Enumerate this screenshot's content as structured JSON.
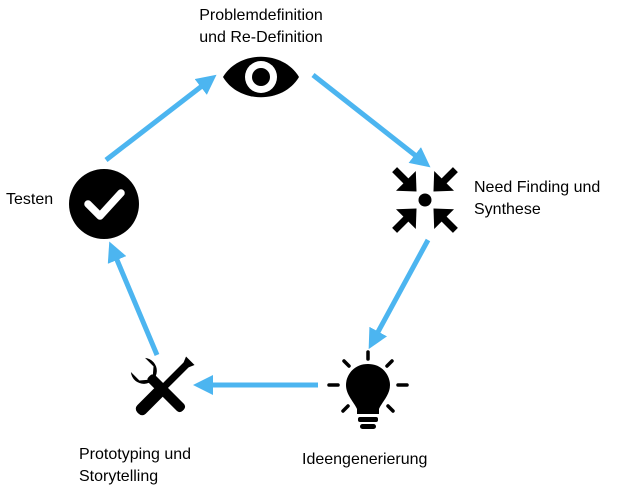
{
  "colors": {
    "arrow": "#4cb5f0",
    "icon": "#000000",
    "icon_inner": "#ffffff",
    "background": "#ffffff"
  },
  "nodes": {
    "problem": {
      "icon": "eye-icon",
      "label_line1": "Problemdefinition",
      "label_line2": "und Re-Definition"
    },
    "need": {
      "icon": "arrows-converge-icon",
      "label_line1": "Need Finding und",
      "label_line2": "Synthese"
    },
    "idea": {
      "icon": "lightbulb-icon",
      "label_line1": "Ideengenerierung"
    },
    "prototype": {
      "icon": "tools-icon",
      "label_line1": "Prototyping und",
      "label_line2": "Storytelling"
    },
    "test": {
      "icon": "checkmark-circle-icon",
      "label_line1": "Testen"
    }
  }
}
